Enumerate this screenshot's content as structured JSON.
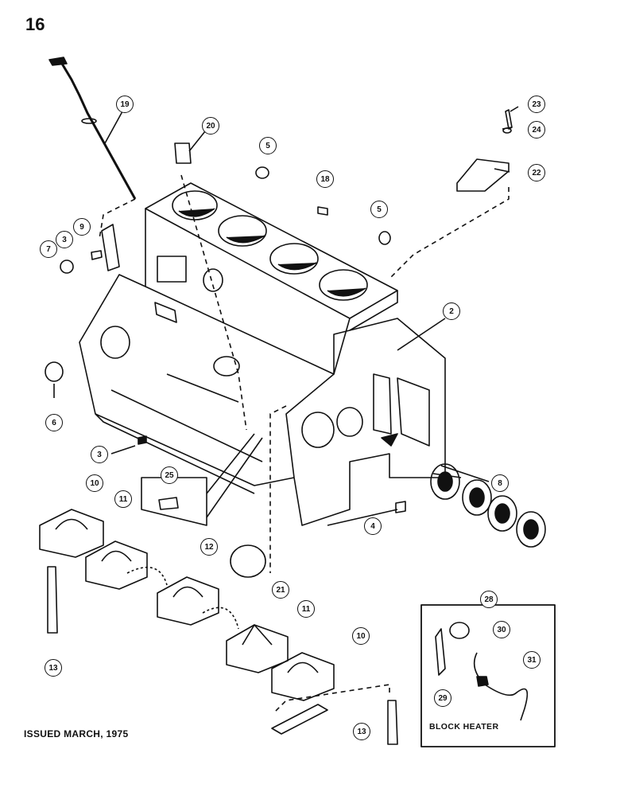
{
  "page_number": "16",
  "issued": "ISSUED MARCH, 1975",
  "block_heater_label": "BLOCK HEATER",
  "callouts": [
    "19",
    "20",
    "23",
    "24",
    "22",
    "5",
    "18",
    "5",
    "9",
    "3",
    "7",
    "2",
    "6",
    "3",
    "25",
    "8",
    "4",
    "10",
    "11",
    "12",
    "21",
    "11",
    "10",
    "13",
    "13",
    "28",
    "30",
    "31",
    "29"
  ],
  "colors": {
    "ink": "#111111",
    "paper": "#ffffff"
  }
}
